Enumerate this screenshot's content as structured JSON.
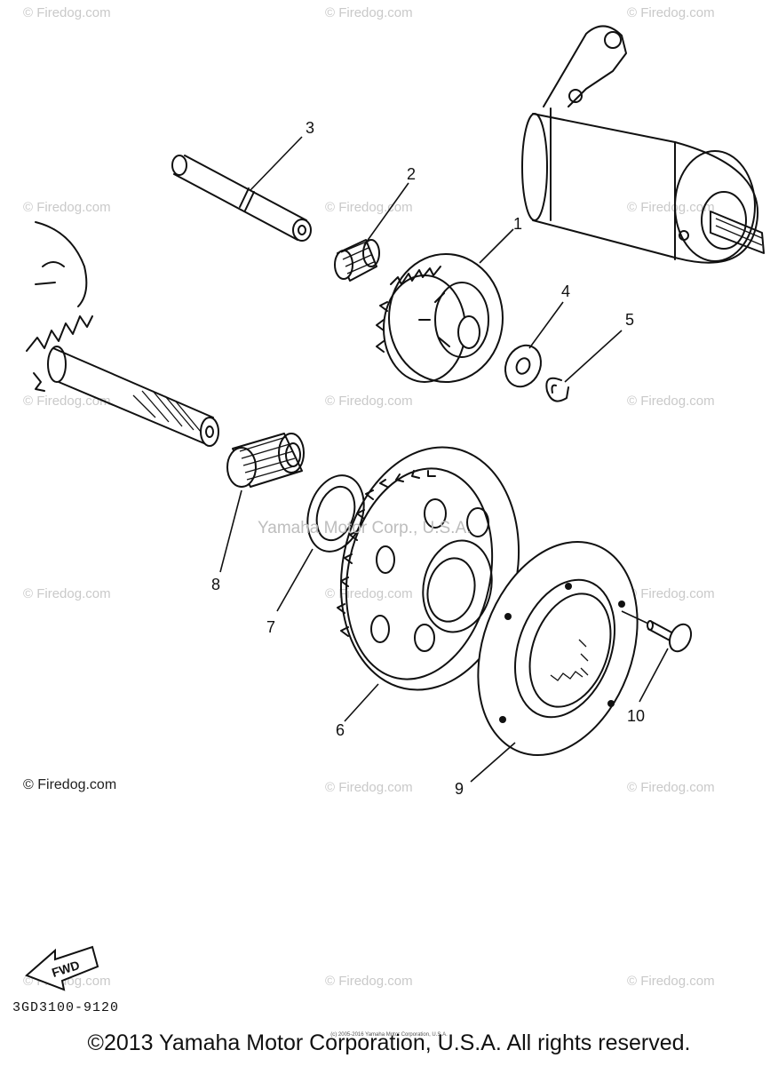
{
  "diagram": {
    "callouts": [
      "1",
      "2",
      "3",
      "4",
      "5",
      "6",
      "7",
      "8",
      "9",
      "10"
    ],
    "fwd_label": "FWD",
    "part_code": "3GD3100-9120",
    "copyright": "©2013 Yamaha Motor Corporation, U.S.A. All rights reserved.",
    "tiny_copyright": "(c) 2005-2016 Yamaha Motor Corporation, U.S.A.",
    "center_watermark": "Yamaha Motor Corp., U.S.A.",
    "firedog_label": "© Firedog.com",
    "watermark_text": "© Firedog.com"
  }
}
